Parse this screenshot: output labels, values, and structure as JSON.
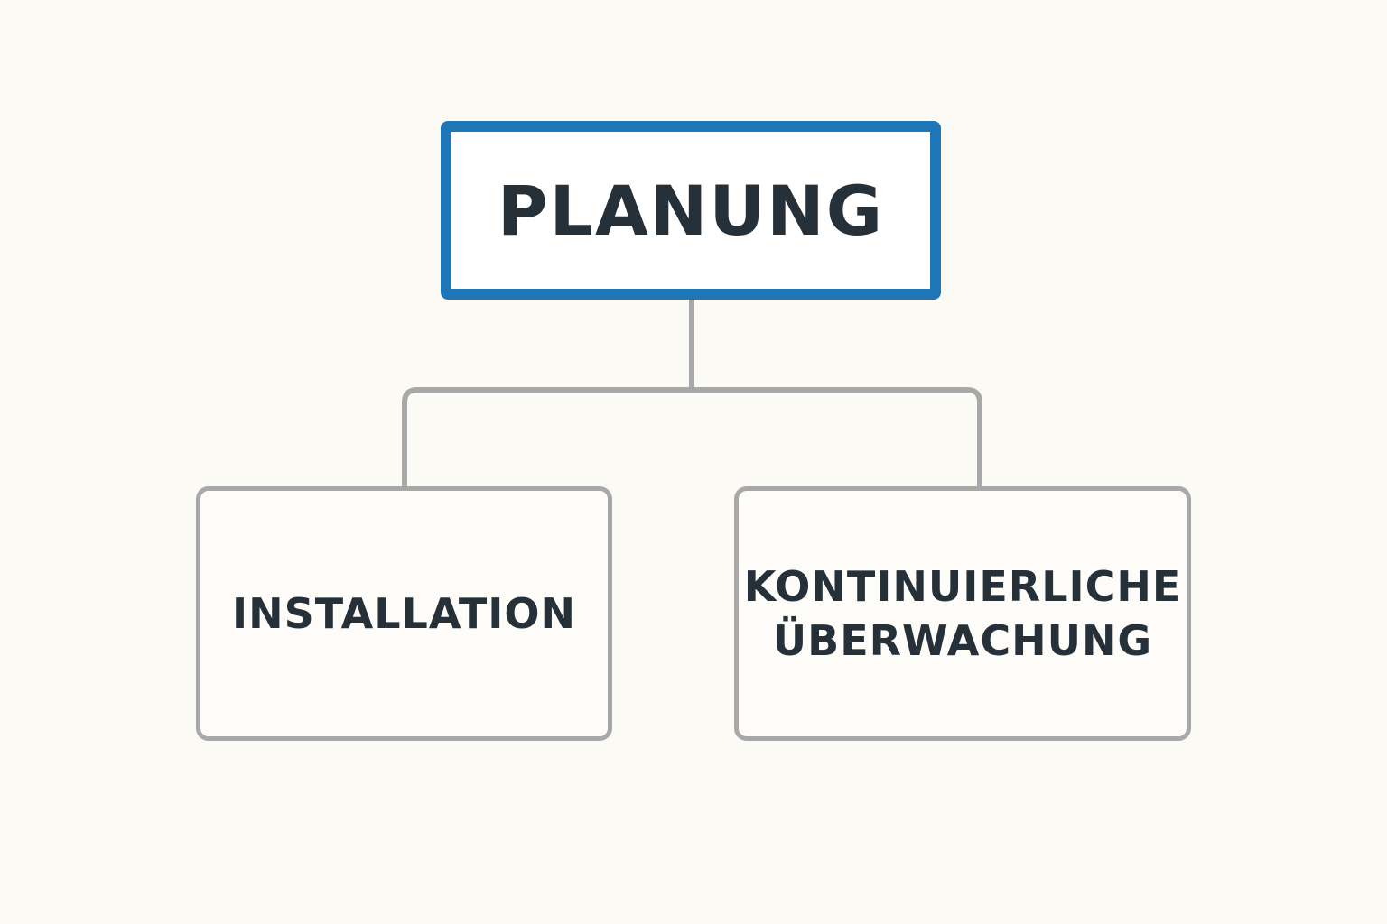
{
  "diagram": {
    "root": {
      "label": "PLANUNG"
    },
    "children": [
      {
        "lines": [
          "INSTALLATION"
        ]
      },
      {
        "lines": [
          "KONTINUIERLICHE",
          "ÜBERWACHUNG"
        ]
      }
    ]
  },
  "colors": {
    "background": "#fcfaf5",
    "root_border": "#1f76b7",
    "child_border": "#a8a8a8",
    "connector": "#a8a8a8",
    "text": "#263039"
  }
}
